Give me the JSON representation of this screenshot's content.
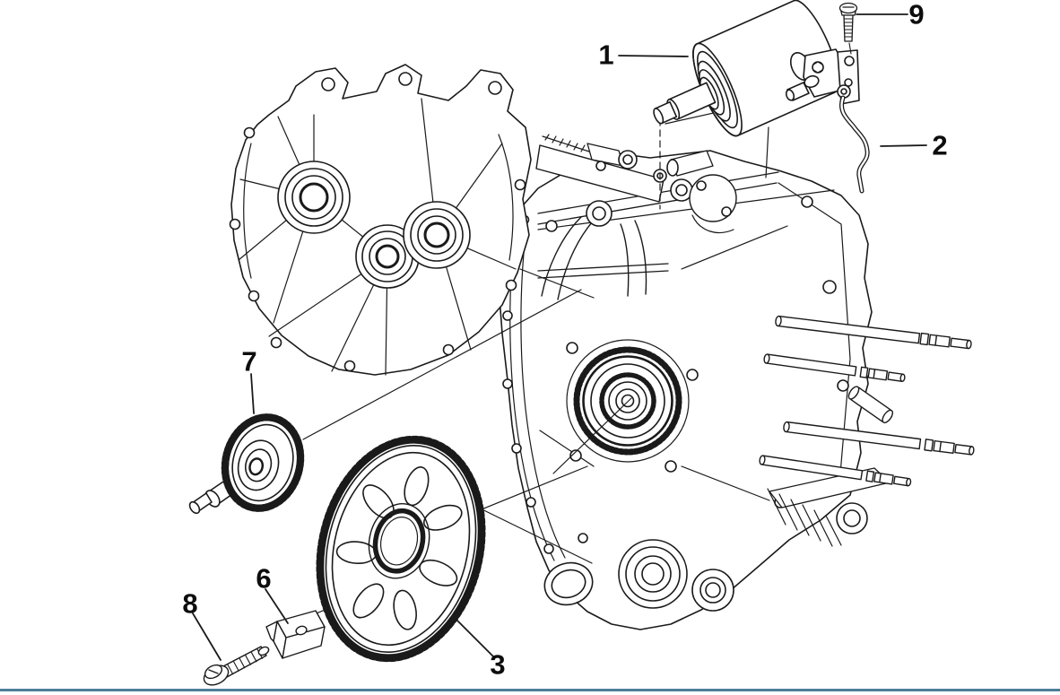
{
  "diagram": {
    "type": "exploded-parts-diagram",
    "subject": "engine-crankcase-with-electric-starter",
    "colors": {
      "background": "#ffffff",
      "line": "#1a1a1a",
      "footer_rule": "#4d7e99"
    },
    "callouts": [
      {
        "label": "1",
        "part": "starter-motor"
      },
      {
        "label": "2",
        "part": "starter-cable"
      },
      {
        "label": "3",
        "part": "ring-gear"
      },
      {
        "label": "6",
        "part": "retainer-plate"
      },
      {
        "label": "7",
        "part": "intermediate-gear"
      },
      {
        "label": "8",
        "part": "flange-bolt"
      },
      {
        "label": "9",
        "part": "fixing-screw"
      }
    ]
  }
}
